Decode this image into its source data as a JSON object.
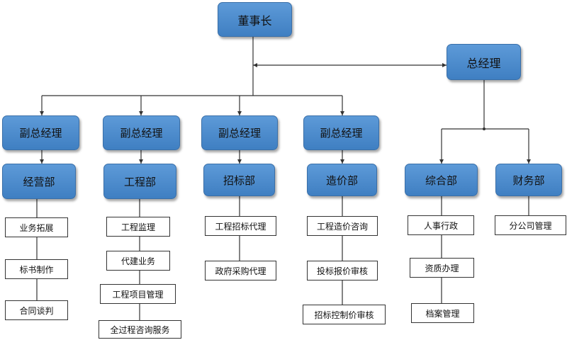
{
  "chairman": "董事长",
  "general_manager": "总经理",
  "vice_gm": [
    "副总经理",
    "副总经理",
    "副总经理",
    "副总经理"
  ],
  "departments": {
    "operations": {
      "name": "经营部",
      "items": [
        "业务拓展",
        "标书制作",
        "合同谈判"
      ]
    },
    "engineering": {
      "name": "工程部",
      "items": [
        "工程监理",
        "代建业务",
        "工程项目管理",
        "全过程咨询服务"
      ]
    },
    "tendering": {
      "name": "招标部",
      "items": [
        "工程招标代理",
        "政府采购代理"
      ]
    },
    "costing": {
      "name": "造价部",
      "items": [
        "工程造价咨询",
        "投标报价审核",
        "招标控制价审核"
      ]
    },
    "admin": {
      "name": "综合部",
      "items": [
        "人事行政",
        "资质办理",
        "档案管理"
      ]
    },
    "finance": {
      "name": "财务部",
      "items": [
        "分公司管理"
      ]
    }
  },
  "colors": {
    "node_fill": "#4f8ccd",
    "line": "#333333"
  }
}
